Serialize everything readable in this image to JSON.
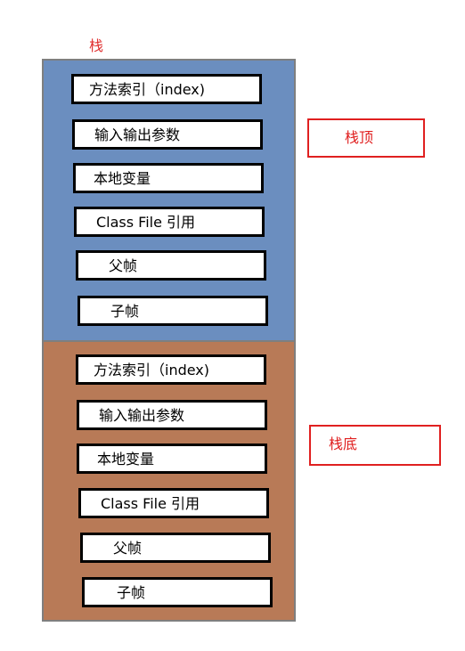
{
  "stack_title": "栈",
  "frames": [
    {
      "items": [
        "方法索引（index)",
        "输入输出参数",
        "本地变量",
        "Class File 引用",
        "父帧",
        "子帧"
      ]
    },
    {
      "items": [
        "方法索引（index)",
        "输入输出参数",
        "本地变量",
        "Class File 引用",
        "父帧",
        "子帧"
      ]
    }
  ],
  "labels": {
    "top": "栈顶",
    "bottom": "栈底"
  },
  "colors": {
    "top_frame": "#6b8ebf",
    "bottom_frame": "#b87a57",
    "label": "#e02020",
    "outline": "#7f7f7f"
  }
}
